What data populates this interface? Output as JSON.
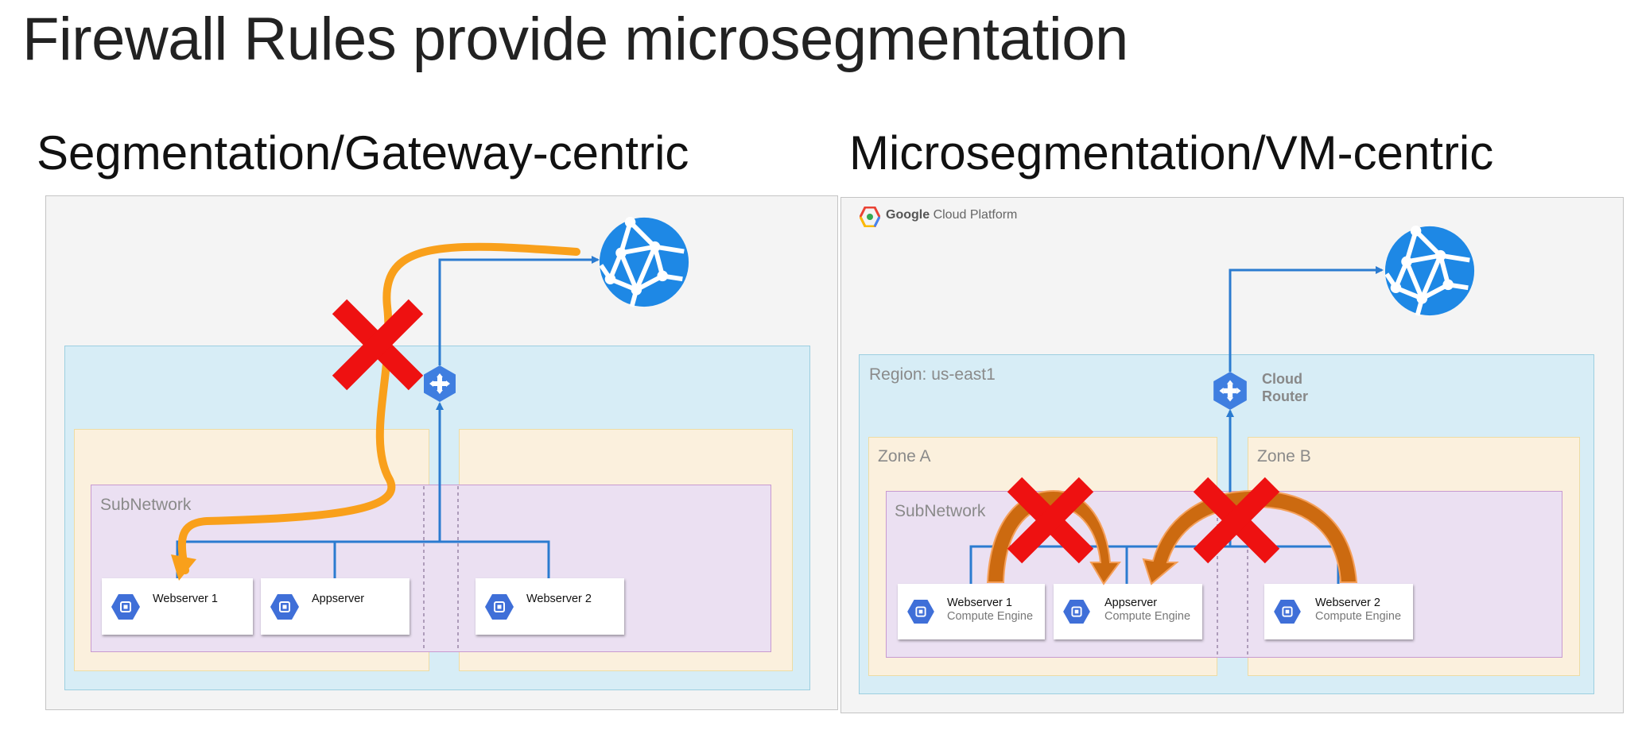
{
  "title": "Firewall Rules provide microsegmentation",
  "left": {
    "heading": "Segmentation/Gateway-centric",
    "subnet_label": "SubNetwork",
    "vms": [
      {
        "name": "Webserver 1"
      },
      {
        "name": "Appserver"
      },
      {
        "name": "Webserver 2"
      }
    ]
  },
  "right": {
    "heading": "Microsegmentation/VM-centric",
    "platform_brand": "Google",
    "platform_rest": "Cloud Platform",
    "region_label": "Region: us-east1",
    "router_label_line1": "Cloud",
    "router_label_line2": "Router",
    "zone_a_label": "Zone A",
    "zone_b_label": "Zone B",
    "subnet_label": "SubNetwork",
    "vms": [
      {
        "name": "Webserver 1",
        "service": "Compute Engine"
      },
      {
        "name": "Appserver",
        "service": "Compute Engine"
      },
      {
        "name": "Webserver 2",
        "service": "Compute Engine"
      }
    ]
  },
  "colors": {
    "link": "#2b7bd0",
    "internet": "#1e88e5",
    "vm_icon": "#3f6fd8",
    "blocked_flow_left": "#f9a01b",
    "blocked_flow_right": "#cc6a10",
    "blocked_mark": "#ee1111"
  }
}
